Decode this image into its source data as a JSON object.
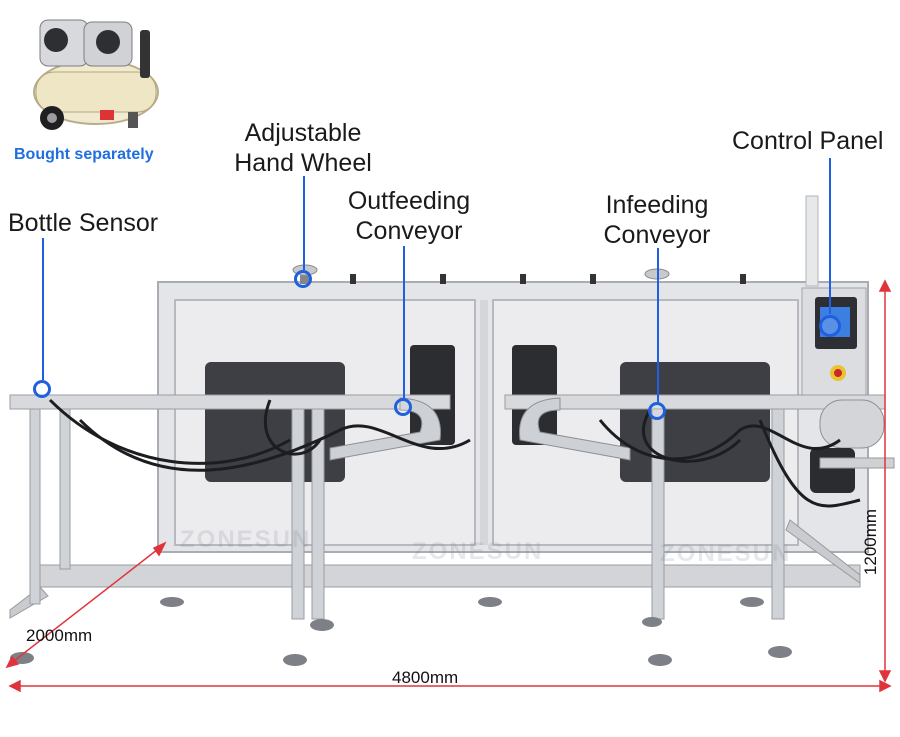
{
  "callouts": {
    "bought_separately": "Bought separately",
    "adjustable_hand_wheel_l1": "Adjustable",
    "adjustable_hand_wheel_l2": "Hand Wheel",
    "outfeeding_conveyor_l1": "Outfeeding",
    "outfeeding_conveyor_l2": "Conveyor",
    "infeeding_conveyor_l1": "Infeeding",
    "infeeding_conveyor_l2": "Conveyor",
    "control_panel": "Control Panel",
    "bottle_sensor": "Bottle Sensor"
  },
  "dimensions": {
    "length": "4800mm",
    "depth": "2000mm",
    "height": "1200mm"
  },
  "watermark": "ZONESUN",
  "colors": {
    "callout_blue": "#1f5fe0",
    "note_blue": "#1f6fe0",
    "dimension_red": "#e0343c",
    "steel": "#c9ccd1",
    "panel": "#e6e7ea"
  }
}
